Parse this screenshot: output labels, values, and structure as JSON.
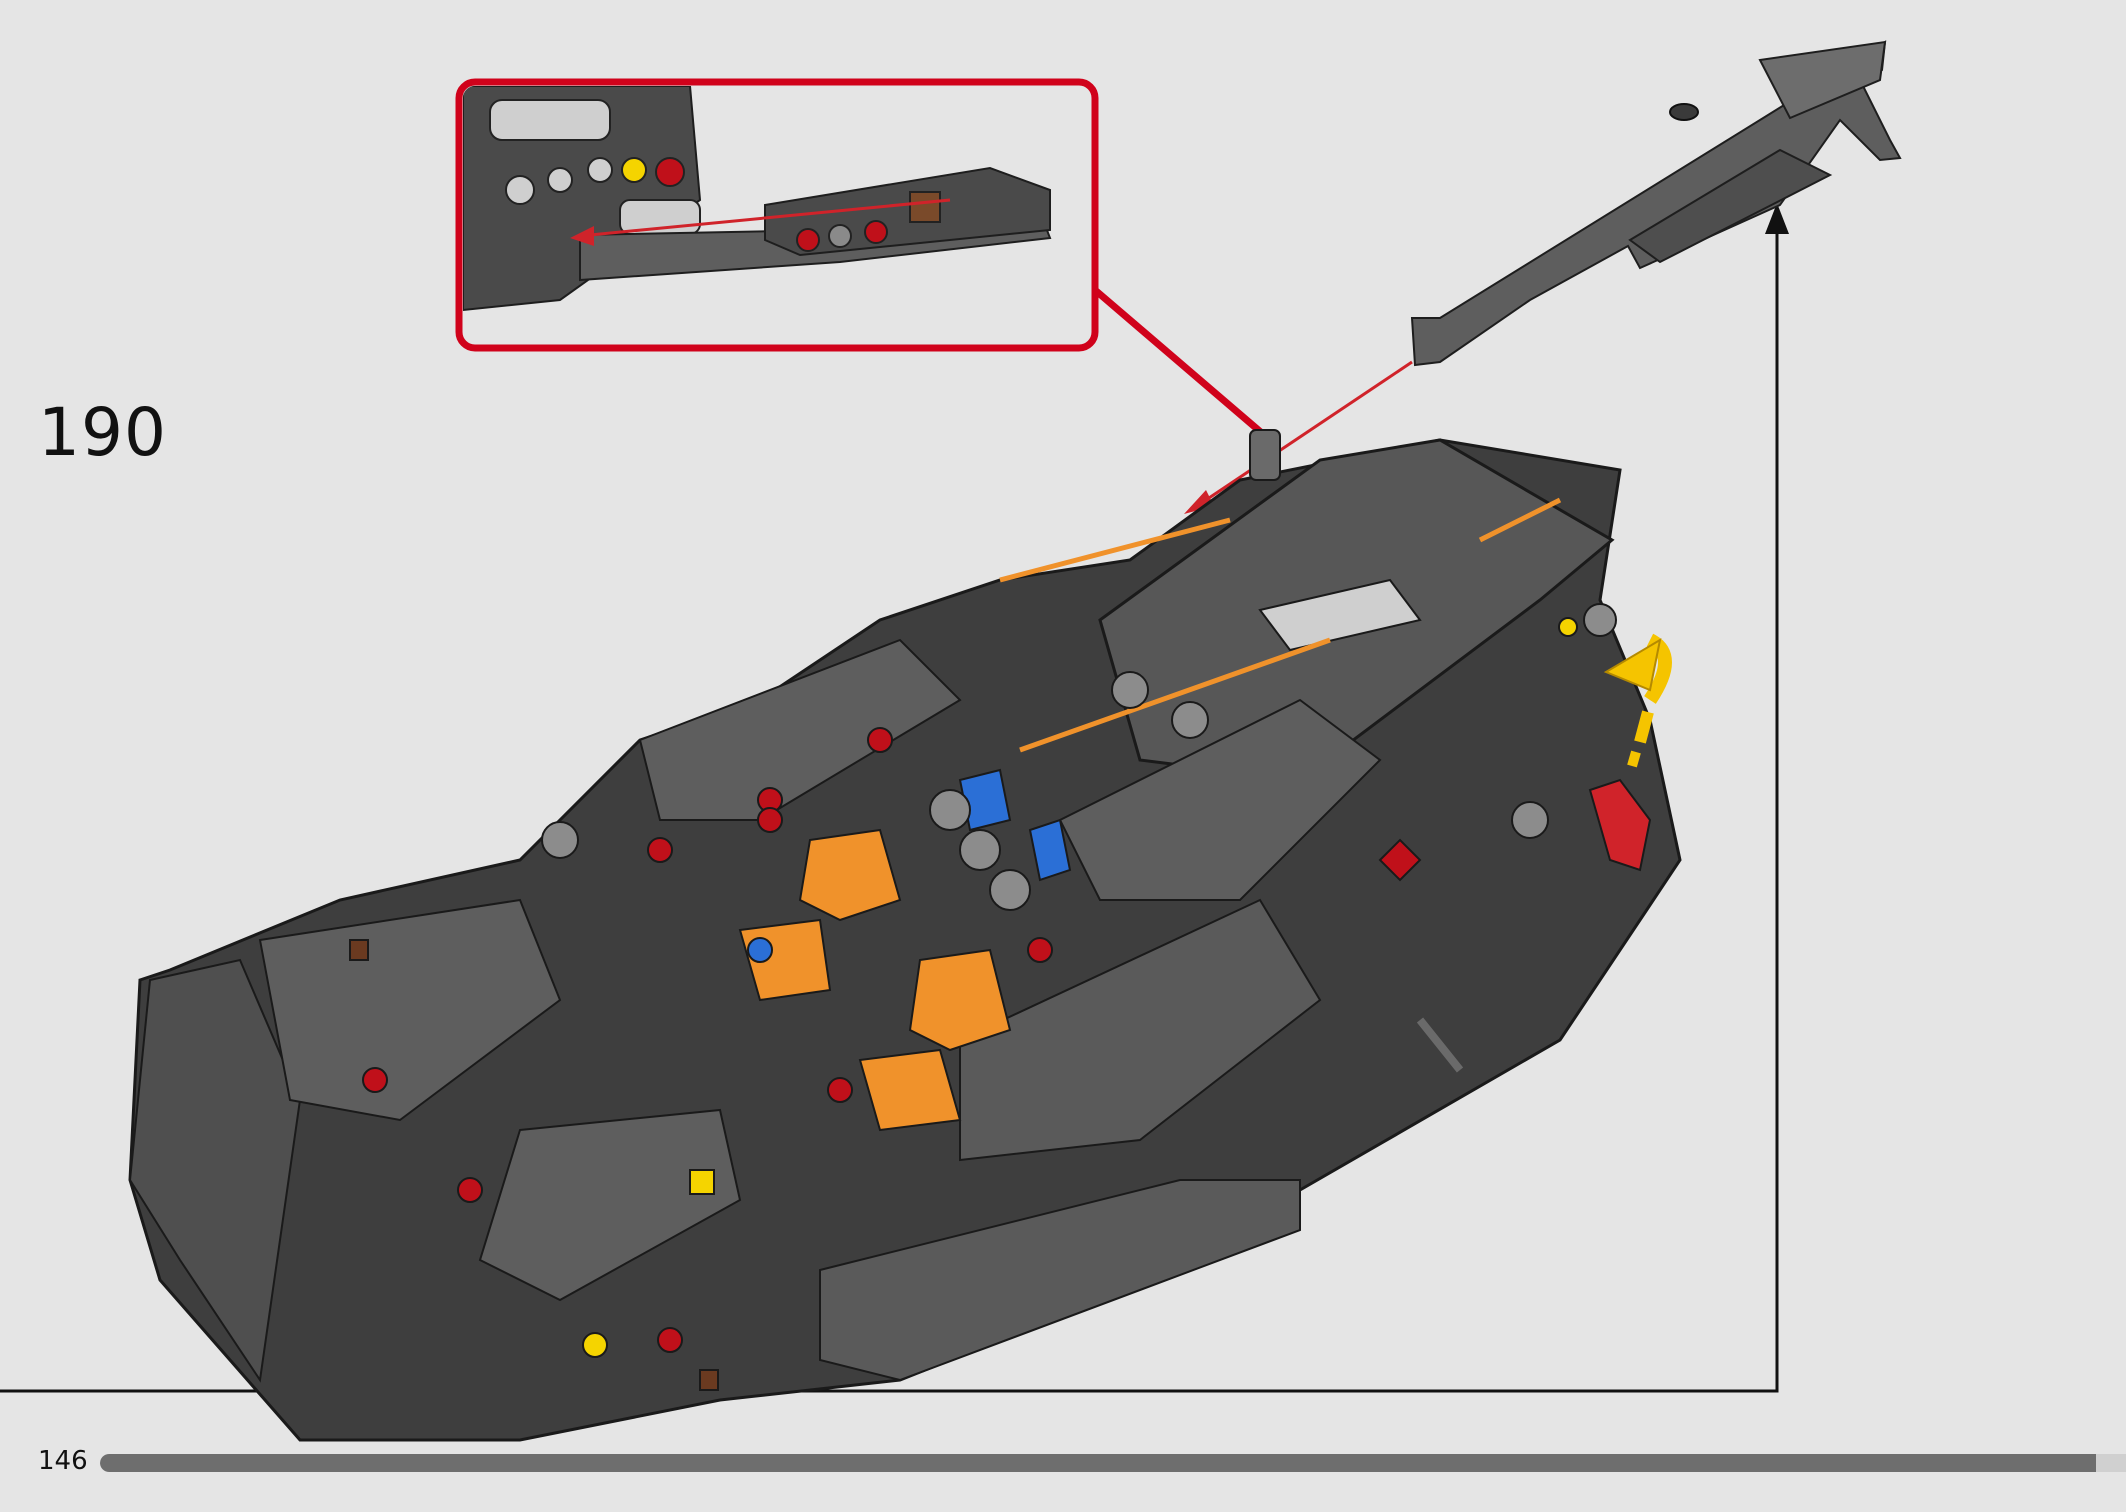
{
  "step": {
    "number": "190"
  },
  "footer": {
    "page_number": "146",
    "progress_fraction": 0.985
  },
  "colors": {
    "background": "#e5e5e5",
    "callout_border": "#d0021b",
    "arrow_red": "#d0232a",
    "rotate_arrow": "#f5c400",
    "part_dark": "#3a3a3a",
    "part_mid": "#5e5e5e",
    "accent_orange": "#f0922b"
  },
  "icons": {
    "callout": "zoom-callout-frame",
    "rotate": "curved-rotate-arrow-icon",
    "guide": "assembly-guide-line"
  }
}
